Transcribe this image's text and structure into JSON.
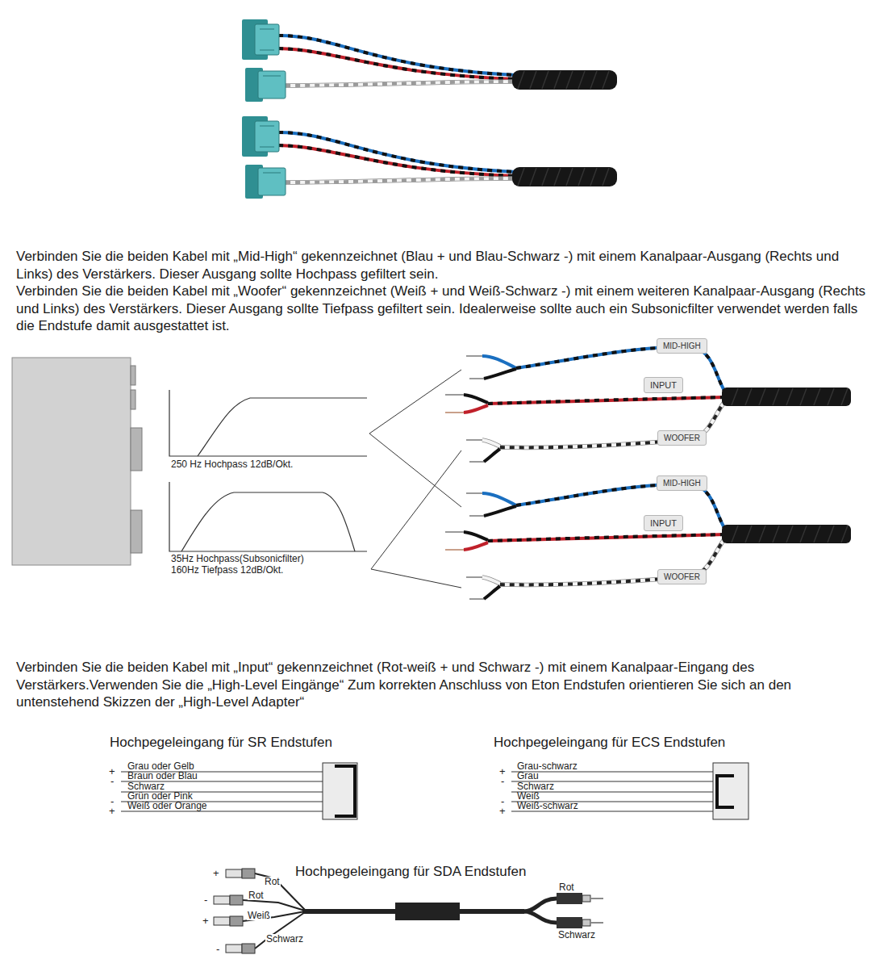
{
  "diagram": {
    "nodes": [
      {
        "text": [
          "MID-HIGH"
        ]
      },
      {
        "text": [
          "INPUT"
        ]
      },
      {
        "text": [
          "WOOFER"
        ]
      },
      {
        "text": [
          "MID-HIGH"
        ]
      },
      {
        "text": [
          "INPUT"
        ]
      },
      {
        "text": [
          "WOOFER"
        ]
      }
    ],
    "labels": [
      "Verbinden Sie die beiden Kabel mit „Mid-High“ gekennzeichnet (Blau + und Blau-Schwarz -) mit einem Kanalpaar-Ausgang (Rechts und Links) des Verstärkers. Dieser Ausgang sollte Hochpass gefiltert sein.",
      "Verbinden Sie die beiden Kabel mit „Woofer“ gekennzeichnet (Weiß + und Weiß-Schwarz -) mit einem weiteren Kanalpaar-Ausgang (Rechts und Links) des Verstärkers. Dieser Ausgang sollte Tiefpass gefiltert sein. Idealerweise sollte auch ein Subsonicfilter verwendet werden falls die Endstufe damit ausgestattet ist.",
      "250 Hz Hochpass 12dB/Okt.",
      "35Hz Hochpass(Subsonicfilter)",
      "160Hz Tiefpass 12dB/Okt.",
      "Verbinden Sie die beiden Kabel mit „Input“ gekennzeichnet (Rot-weiß + und Schwarz -) mit einem Kanalpaar-Eingang des Verstärkers.Verwenden Sie die „High-Level Eingänge“ Zum korrekten Anschluss von Eton Endstufen orientieren Sie sich an den untenstehend Skizzen der „High-Level Adapter“",
      "Hochpegeleingang für SR Endstufen",
      "+",
      "Grau oder Gelb",
      "-",
      "Braun oder Blau",
      "Schwarz",
      "-",
      "Grün oder Pink",
      "+",
      "Weiß oder Orange",
      "Hochpegeleingang für ECS Endstufen",
      "+",
      "Grau-schwarz",
      "-",
      "Grau",
      "Schwarz",
      "-",
      "Weiß",
      "+",
      "Weiß-schwarz",
      "Hochpegeleingang für SDA Endstufen",
      "+",
      "Rot",
      "-",
      "Rot",
      "+",
      "Weiß",
      "-",
      "Schwarz",
      "Rot",
      "Schwarz"
    ]
  }
}
